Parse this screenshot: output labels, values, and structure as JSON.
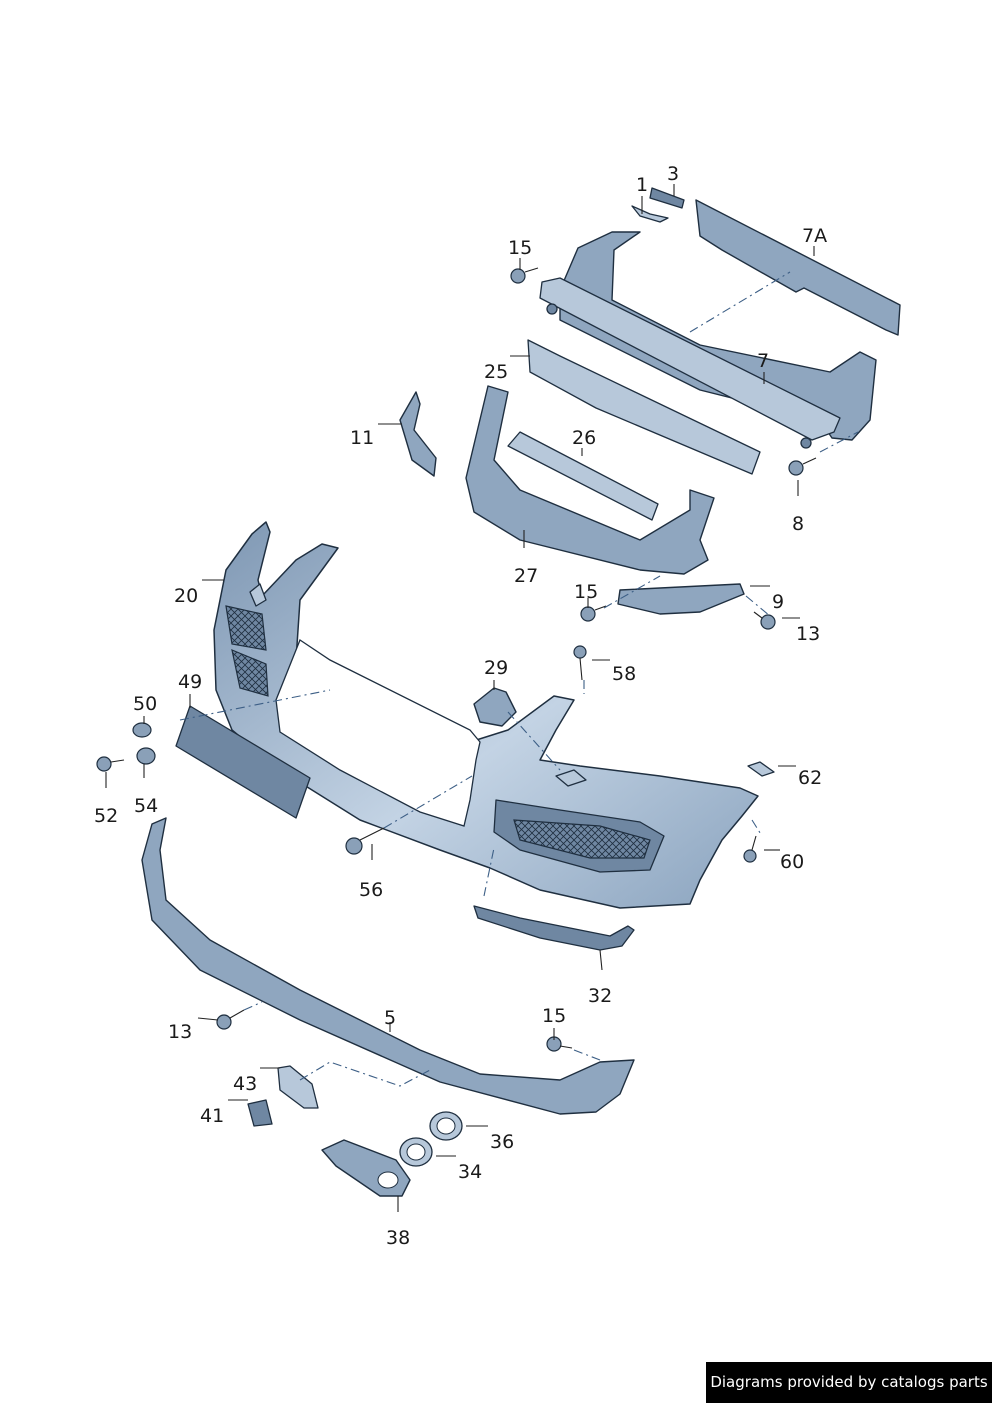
{
  "labels": {
    "p1": "1",
    "p3": "3",
    "p7a": "7A",
    "p15a": "15",
    "p7": "7",
    "p25": "25",
    "p11": "11",
    "p26": "26",
    "p8": "8",
    "p20": "20",
    "p27": "27",
    "p15b": "15",
    "p9": "9",
    "p13a": "13",
    "p29": "29",
    "p58": "58",
    "p50": "50",
    "p49": "49",
    "p62": "62",
    "p52": "52",
    "p54": "54",
    "p60": "60",
    "p56": "56",
    "p32": "32",
    "p13b": "13",
    "p5": "5",
    "p15c": "15",
    "p43": "43",
    "p41": "41",
    "p36": "36",
    "p34": "34",
    "p38": "38"
  },
  "footer": {
    "text": "Diagrams provided by catalogs parts"
  }
}
